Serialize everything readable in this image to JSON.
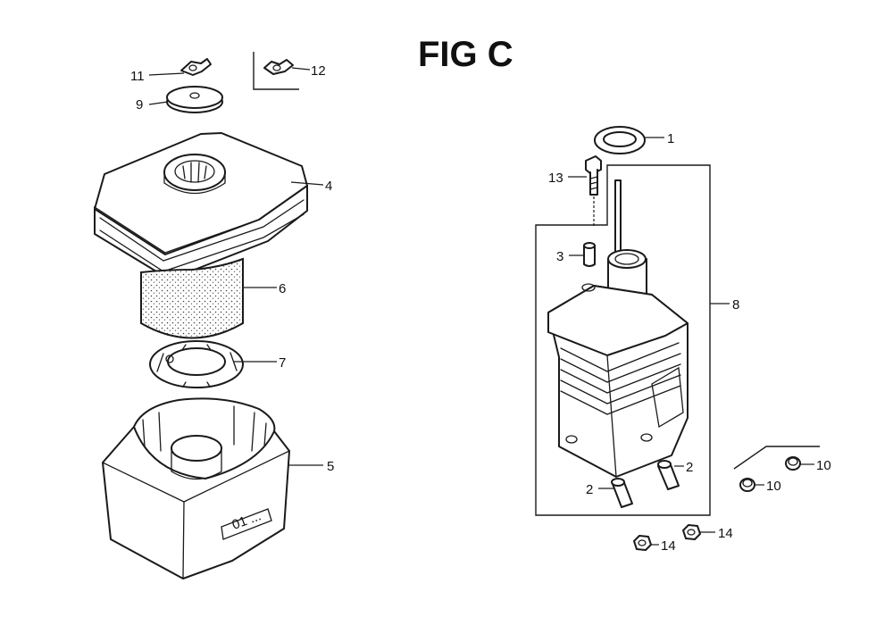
{
  "title": "FIG C",
  "callouts": {
    "c1": "1",
    "c2a": "2",
    "c2b": "2",
    "c3": "3",
    "c4": "4",
    "c5": "5",
    "c6": "6",
    "c7": "7",
    "c8": "8",
    "c9": "9",
    "c10a": "10",
    "c10b": "10",
    "c11": "11",
    "c12": "12",
    "c13": "13",
    "c14a": "14",
    "c14b": "14"
  }
}
